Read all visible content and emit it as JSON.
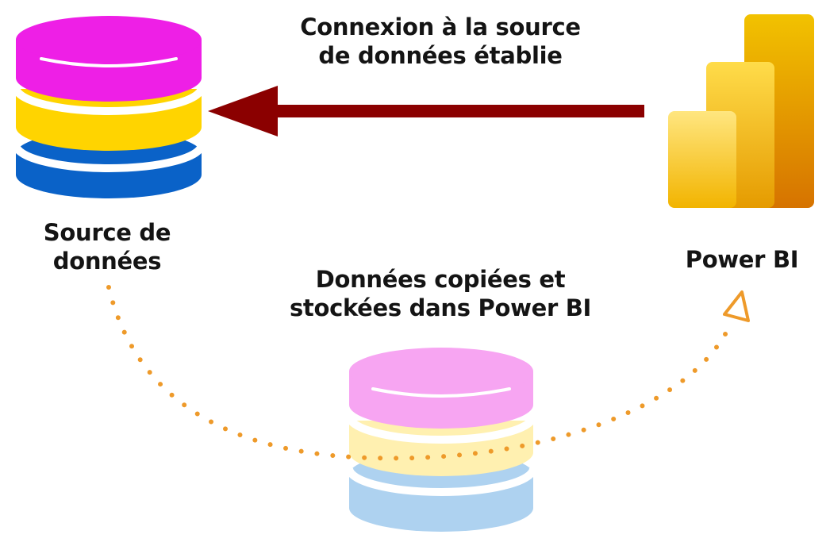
{
  "connection": {
    "line1": "Connexion à la source",
    "line2": "de données établie",
    "arrow_color": "#8B0000"
  },
  "source": {
    "line1": "Source de",
    "line2": "données",
    "icon": "database-icon",
    "colors": [
      "#EE1FE6",
      "#FFD400",
      "#0A62C8"
    ]
  },
  "powerbi": {
    "label": "Power BI",
    "icon": "power-bi-logo-icon"
  },
  "imported": {
    "line1": "Données copiées et",
    "line2": "stockées dans Power BI",
    "icon": "database-icon",
    "colors": [
      "#F7A5F2",
      "#FFF0B0",
      "#AED2F0"
    ],
    "path_color": "#EE9A2A"
  }
}
